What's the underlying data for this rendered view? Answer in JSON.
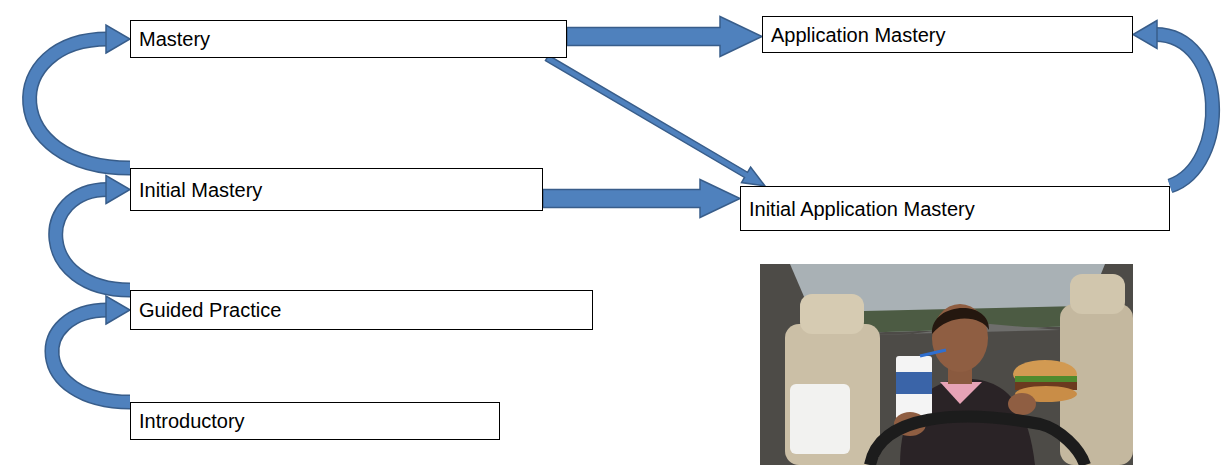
{
  "diagram": {
    "nodes": [
      {
        "text": [
          "Mastery"
        ]
      },
      {
        "text": [
          "Application Mastery"
        ]
      },
      {
        "text": [
          "Initial Mastery"
        ]
      },
      {
        "text": [
          "Initial Application Mastery"
        ]
      },
      {
        "text": [
          "Guided Practice"
        ]
      },
      {
        "text": [
          "Introductory"
        ]
      }
    ],
    "edges": [
      {
        "from": 0,
        "to": 1,
        "arrow": "to"
      },
      {
        "from": 0,
        "to": 3,
        "arrow": "to"
      },
      {
        "from": 2,
        "to": 3,
        "arrow": "to"
      },
      {
        "from": 2,
        "to": 0,
        "arrow": "to"
      },
      {
        "from": 4,
        "to": 2,
        "arrow": "to"
      },
      {
        "from": 5,
        "to": 4,
        "arrow": "to"
      },
      {
        "from": 3,
        "to": 1,
        "arrow": "to"
      }
    ]
  }
}
